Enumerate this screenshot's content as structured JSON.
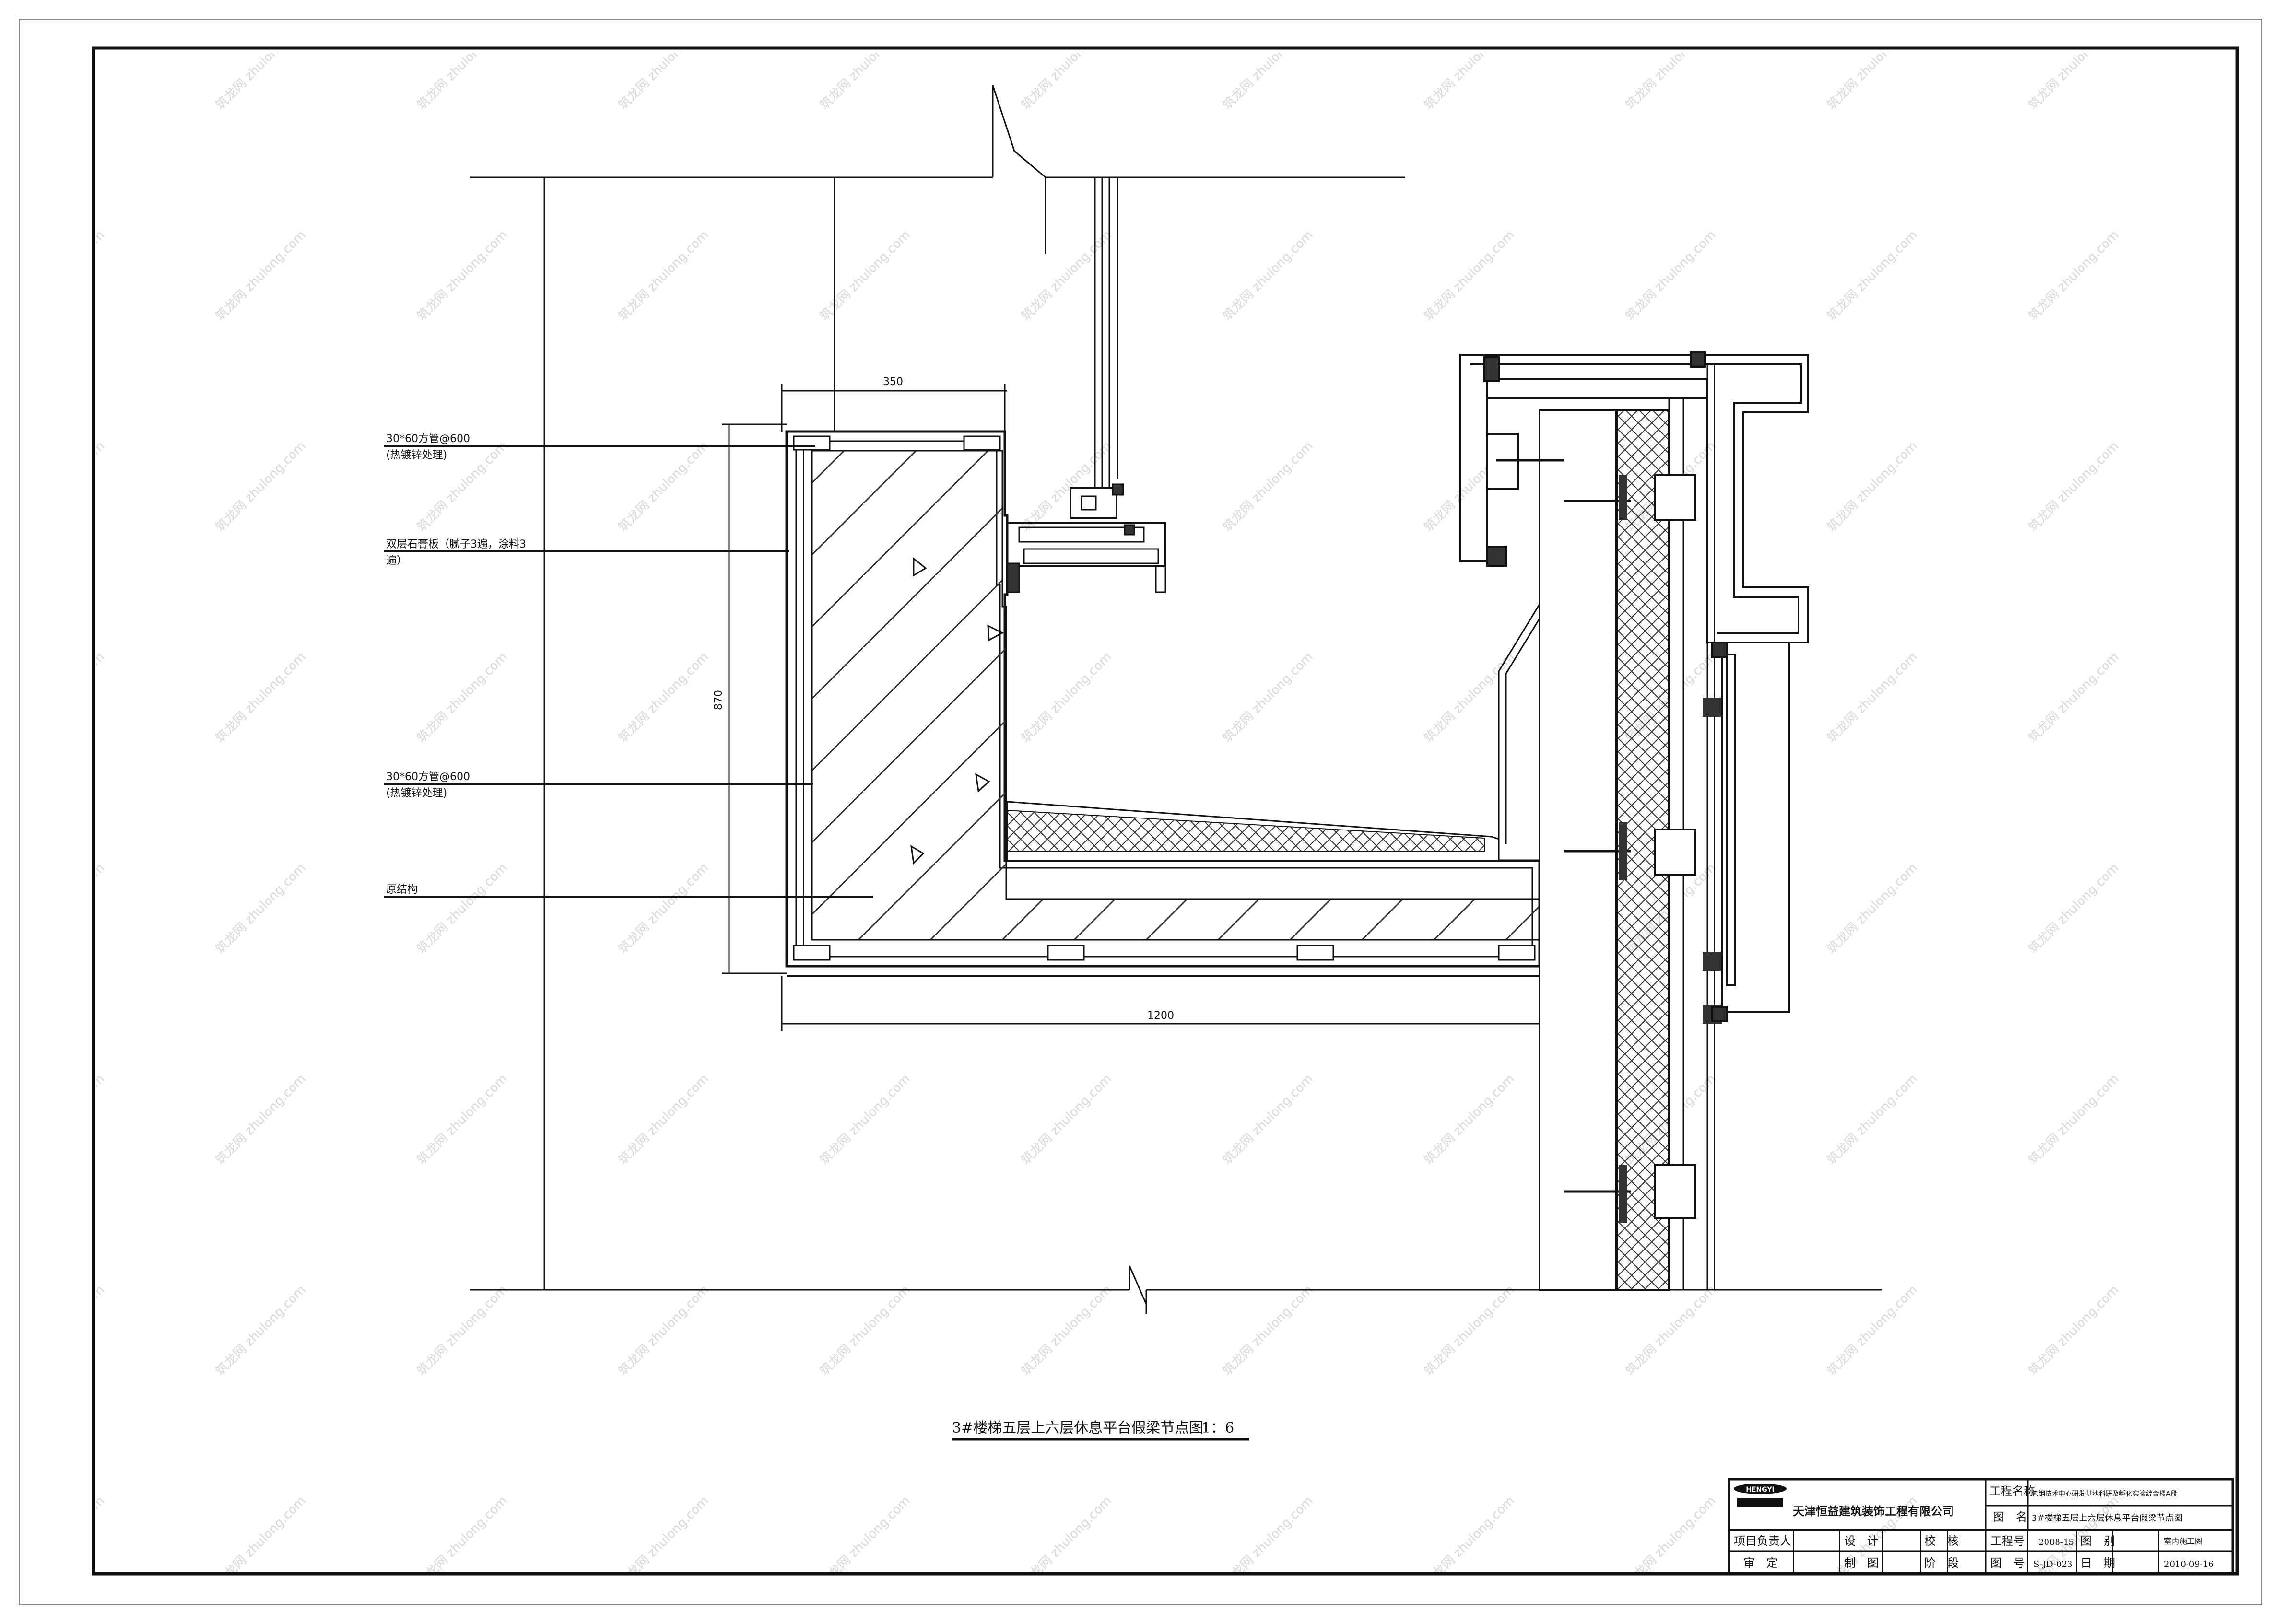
{
  "drawing": {
    "title": "3#楼梯五层上六层休息平台假梁节点图",
    "scale": "1：6",
    "dimensions": {
      "top_width": "350",
      "height": "870",
      "bottom_width": "1200"
    },
    "annotations": [
      {
        "line1": "30*60方管@600",
        "line2": "(热镀锌处理)"
      },
      {
        "line1": "双层石膏板（腻子3遍，涂料3",
        "line2": "遍）"
      },
      {
        "line1": "30*60方管@600",
        "line2": "(热镀锌处理)"
      },
      {
        "line1": "原结构",
        "line2": ""
      }
    ]
  },
  "title_block": {
    "company": "天津恒益建筑装饰工程有限公司",
    "logo_text": "HENGYI",
    "project_label": "工程名称",
    "project_name": "包钢技术中心研发基地科研及孵化实验综合楼A段",
    "drawing_label": "图　名",
    "drawing_name": "3#楼梯五层上六层休息平台假梁节点图",
    "row1": {
      "project_leader": "项目负责人",
      "design": "设　计",
      "check": "校　核",
      "project_no_label": "工程号",
      "project_no": "2008-15",
      "category_label": "图　别",
      "category": "室内施工图"
    },
    "row2": {
      "review": "审　定",
      "draw": "制　图",
      "stage": "阶　段",
      "drawing_no_label": "图　号",
      "drawing_no": "S-JD-023",
      "date_label": "日　期",
      "date": "2010-09-16"
    }
  },
  "colors": {
    "line": "#111111",
    "hatch": "#333333",
    "paper": "#ffffff"
  }
}
